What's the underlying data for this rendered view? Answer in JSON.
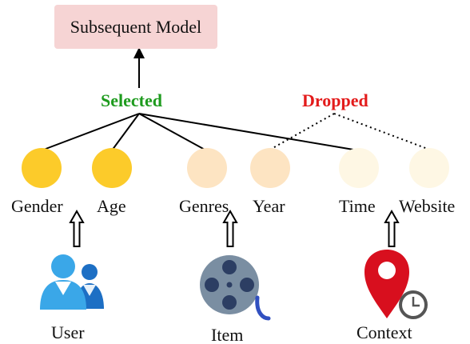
{
  "model": {
    "label": "Subsequent Model",
    "fill": "#f6d4d4"
  },
  "status": {
    "selected": {
      "label": "Selected",
      "color": "#1e9b1e"
    },
    "dropped": {
      "label": "Dropped",
      "color": "#e31b1b"
    }
  },
  "features": [
    {
      "label": "Gender",
      "color": "#fccb2a",
      "state": "selected"
    },
    {
      "label": "Age",
      "color": "#fccb2a",
      "state": "selected"
    },
    {
      "label": "Genres",
      "color": "#fde4c2",
      "state": "selected"
    },
    {
      "label": "Year",
      "color": "#fde4c2",
      "state": "dropped"
    },
    {
      "label": "Time",
      "color": "#fef7e4",
      "state": "selected"
    },
    {
      "label": "Website",
      "color": "#fef7e4",
      "state": "dropped"
    }
  ],
  "groups": [
    {
      "label": "User",
      "icon": "user-group-icon"
    },
    {
      "label": "Item",
      "icon": "film-reel-icon"
    },
    {
      "label": "Context",
      "icon": "location-clock-icon"
    }
  ]
}
